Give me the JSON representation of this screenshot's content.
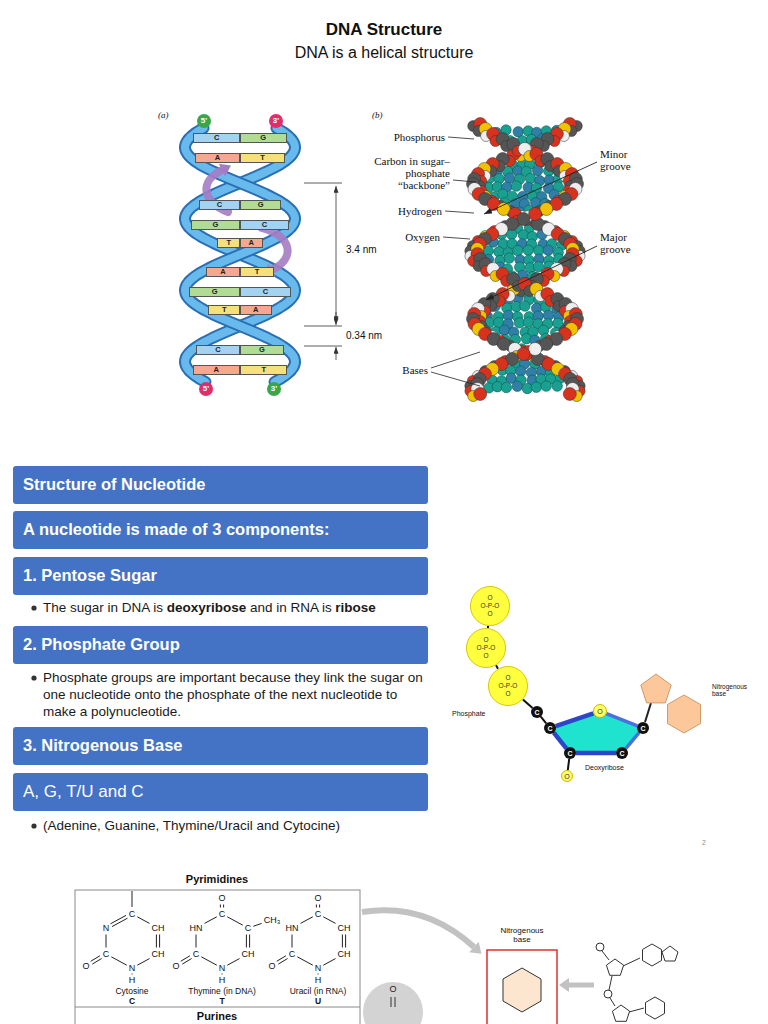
{
  "diagram": {
    "title": "DNA Structure",
    "nodes": [
      {
        "text": [
          "5'"
        ]
      },
      {
        "text": [
          "3'"
        ]
      },
      {
        "text": [
          "C"
        ]
      },
      {
        "text": [
          "G"
        ]
      },
      {
        "text": [
          "A"
        ]
      },
      {
        "text": [
          "T"
        ]
      },
      {
        "text": [
          "C"
        ]
      },
      {
        "text": [
          "G"
        ]
      },
      {
        "text": [
          "G"
        ]
      },
      {
        "text": [
          "C"
        ]
      },
      {
        "text": [
          "T"
        ]
      },
      {
        "text": [
          "A"
        ]
      },
      {
        "text": [
          "A"
        ]
      },
      {
        "text": [
          "T"
        ]
      },
      {
        "text": [
          "G"
        ]
      },
      {
        "text": [
          "C"
        ]
      },
      {
        "text": [
          "T"
        ]
      },
      {
        "text": [
          "A"
        ]
      },
      {
        "text": [
          "C"
        ]
      },
      {
        "text": [
          "G"
        ]
      },
      {
        "text": [
          "A"
        ]
      },
      {
        "text": [
          "T"
        ]
      },
      {
        "text": [
          "5'"
        ]
      },
      {
        "text": [
          "3'"
        ]
      },
      {
        "text": [
          "Structure of Nucleotide"
        ]
      },
      {
        "text": [
          "A nucleotide is made of 3 components:"
        ]
      },
      {
        "text": [
          "1. Pentose Sugar"
        ]
      },
      {
        "text": [
          "2. Phosphate Group"
        ]
      },
      {
        "text": [
          "3. Nitrogenous Base"
        ]
      },
      {
        "text": [
          "A, G, T/U and C"
        ]
      },
      {
        "text": [
          "O",
          "O-P-O",
          "O"
        ]
      },
      {
        "text": [
          "O",
          "O-P-O",
          "O"
        ]
      },
      {
        "text": [
          "O",
          "O-P-O",
          "O"
        ]
      },
      {
        "text": [
          "C"
        ]
      },
      {
        "text": [
          "O"
        ]
      },
      {
        "text": [
          "C"
        ]
      },
      {
        "text": [
          "C"
        ]
      },
      {
        "text": [
          "C"
        ]
      },
      {
        "text": [
          "C"
        ]
      },
      {
        "text": [
          "O"
        ]
      },
      {
        "text": [
          "O"
        ]
      }
    ],
    "edges": [
      {
        "from": 30,
        "to": 31,
        "arrow": "none"
      },
      {
        "from": 31,
        "to": 32,
        "arrow": "none"
      },
      {
        "from": 32,
        "to": 33,
        "arrow": "none"
      },
      {
        "from": 33,
        "to": 35,
        "arrow": "none"
      },
      {
        "from": 35,
        "to": 34,
        "arrow": "none"
      },
      {
        "from": 34,
        "to": 36,
        "arrow": "none"
      },
      {
        "from": 36,
        "to": 38,
        "arrow": "none"
      },
      {
        "from": 38,
        "to": 37,
        "arrow": "none"
      },
      {
        "from": 37,
        "to": 35,
        "arrow": "none"
      },
      {
        "from": 37,
        "to": 39,
        "arrow": "none"
      }
    ],
    "labels": [
      "DNA is a helical structure",
      "(a)",
      "(b)",
      "Phosphorus",
      "Minor groove",
      "Carbon in sugar–phosphate “backbone”",
      "Hydrogen",
      "Oxygen",
      "Major groove",
      "3.4 nm",
      "0.34 nm",
      "Bases",
      "The sugar in DNA is",
      "deoxyribose",
      "and in RNA is",
      "ribose",
      "Phosphate groups are important because they link the sugar on one nucleotide onto the phosphate of the next nucleotide to make a polynucleotide.",
      "(Adenine, Guanine, Thymine/Uracil and Cytocine)",
      "Phosphate",
      "Deoxyribose",
      "Nitrogenous base",
      "2",
      "Pyrimidines",
      "C",
      "N",
      "CH",
      "CH",
      "C",
      "N",
      "O",
      "H",
      "Cytosine",
      "C",
      "O",
      "C",
      "HN",
      "C",
      "CH₃",
      "CH",
      "C",
      "N",
      "O",
      "H",
      "Thymine (in DNA)",
      "T",
      "O",
      "C",
      "HN",
      "CH",
      "CH",
      "C",
      "N",
      "O",
      "H",
      "Uracil (in RNA)",
      "U",
      "Purines",
      "Nitrogenous base"
    ]
  }
}
